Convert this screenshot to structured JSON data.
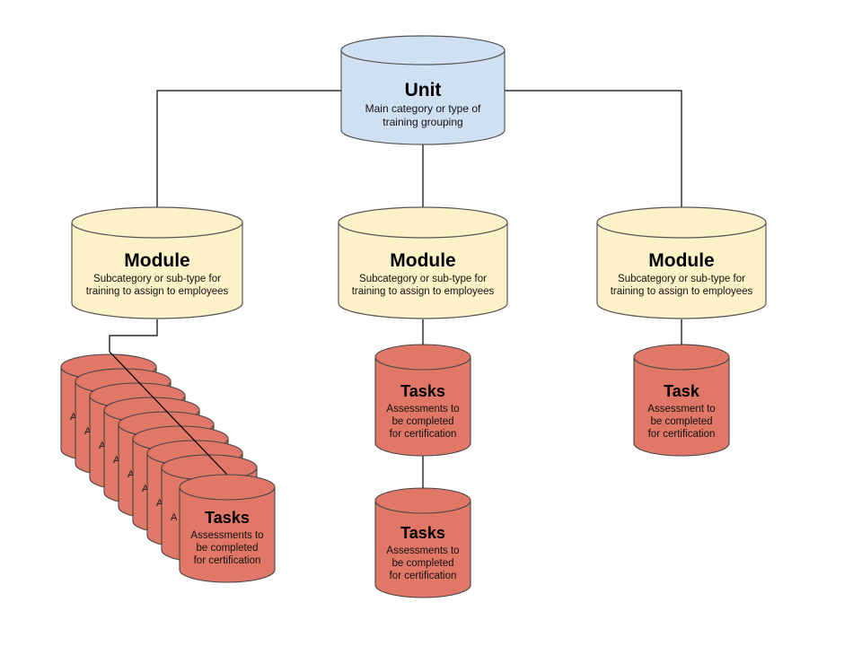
{
  "colors": {
    "unit_fill": "#cfe0f3",
    "module_fill": "#fdf1c8",
    "task_fill": "#e07767",
    "stroke": "#555555",
    "connector": "#000000"
  },
  "unit": {
    "title": "Unit",
    "desc": [
      "Main category or type of",
      "training grouping"
    ]
  },
  "modules": [
    {
      "title": "Module",
      "desc": [
        "Subcategory or sub-type for",
        "training to assign to employees"
      ]
    },
    {
      "title": "Module",
      "desc": [
        "Subcategory or sub-type for",
        "training to assign to employees"
      ]
    },
    {
      "title": "Module",
      "desc": [
        "Subcategory or sub-type for",
        "training to assign to employees"
      ]
    }
  ],
  "tasks_stack": {
    "title": "Tasks",
    "desc": [
      "Assessments to",
      "be completed",
      "for certification"
    ],
    "hidden_fragments": [
      "A",
      "A",
      "A",
      "A",
      "A",
      "A",
      "A",
      "A"
    ]
  },
  "tasks_middle": [
    {
      "title": "Tasks",
      "desc": [
        "Assessments to",
        "be completed",
        "for certification"
      ]
    },
    {
      "title": "Tasks",
      "desc": [
        "Assessments to",
        "be completed",
        "for certification"
      ]
    }
  ],
  "task_right": {
    "title": "Task",
    "desc": [
      "Assessment to",
      "be completed",
      "for certification"
    ]
  }
}
